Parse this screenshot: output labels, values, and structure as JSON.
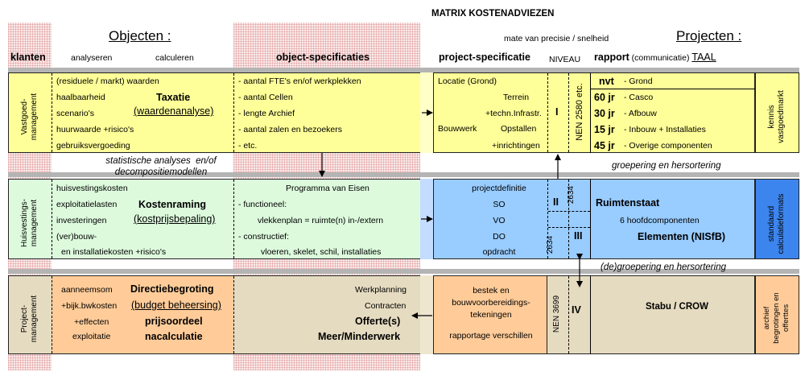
{
  "header": {
    "title": "MATRIX KOSTENADVIEZEN",
    "objecten": "Objecten :",
    "projecten": "Projecten :",
    "precision": "mate van precisie / snelheid",
    "klanten": "klanten",
    "analyseren": "analyseren",
    "calculeren": "calculeren",
    "object_spec": "object-specificaties",
    "project_spec": "project-specificatie",
    "niveau": "NIVEAU",
    "rapport_b": "rapport",
    "rapport_comm": "(communicatie)",
    "taal": "TAAL"
  },
  "row1": {
    "side": "Vastgoed-\nmanagement",
    "lines": [
      "(residuele / markt) waarden",
      "haalbaarheid",
      "scenario's",
      "huurwaarde +risico's",
      "gebruiksvergoeding"
    ],
    "title": "Taxatie",
    "subtitle": "(waardenanalyse)",
    "spec": [
      "- aantal FTE's en/of werkplekken",
      "- aantal Cellen",
      "- lengte Archief",
      "- aantal zalen en bezoekers",
      "- etc."
    ],
    "proj_left": [
      "Locatie (Grond)",
      "Bouwwerk"
    ],
    "proj_right": [
      "Terrein",
      "+techn.Infrastr.",
      "Opstallen",
      "+inrichtingen"
    ],
    "level": "I",
    "nen": "NEN 2580 etc.",
    "rapport_years": [
      "nvt",
      "60 jr",
      "30 jr",
      "15 jr",
      "45 jr"
    ],
    "rapport_items": [
      "- Grond",
      "- Casco",
      "- Afbouw",
      "- Inbouw + Installaties",
      "- Overige componenten"
    ],
    "right": "kennis\nvastgoedmarkt"
  },
  "mid1": {
    "left": "statistische analyses  en/of\ndecompositiemodellen",
    "right": "groepering en hersortering"
  },
  "row2": {
    "side": "Huisvestings-\nmanagement",
    "lines": [
      "huisvestingskosten",
      "exploitatielasten",
      "investeringen",
      "(ver)bouw-",
      "en installatiekosten +risico's"
    ],
    "title": "Kostenraming",
    "subtitle": "(kostprijsbepaling)",
    "spec_title": "Programma van Eisen",
    "spec": [
      "- functioneel:",
      "vlekkenplan = ruimte(n) in-/extern",
      "- constructief:",
      "vloeren, skelet, schil, installaties"
    ],
    "proj": [
      "projectdefinitie",
      "SO",
      "VO",
      "DO",
      "opdracht"
    ],
    "level_a": "II",
    "level_b": "III",
    "nen_a": "2634",
    "nen_b": "2634",
    "ruimtenstaat": "Ruimtenstaat",
    "hoofd": "6 hoofdcomponenten",
    "elementen": "Elementen (NISfB)",
    "right": "standaard\ncalculatieformats"
  },
  "mid2": {
    "right": "(de)groepering en hersortering"
  },
  "row3": {
    "side": "Project-\nmanagement",
    "lines": [
      "aanneemsom",
      "+bijk.bwkosten",
      "+effecten",
      "exploitatie"
    ],
    "t1": "Directiebegroting",
    "t2": "(budget beheersing)",
    "t3": "prijsoordeel",
    "t4": "nacalculatie",
    "spec": [
      "Werkplanning",
      "Contracten"
    ],
    "offerte": "Offerte(s)",
    "meer": "Meer/Minderwerk",
    "proj": [
      "bestek en",
      "bouwvoorbereidings-",
      "tekeningen",
      "rapportage verschillen"
    ],
    "nen": "NEN 3699",
    "level": "IV",
    "stabu": "Stabu / CROW",
    "right": "archief\nbegrotingen en\nofferttes"
  }
}
